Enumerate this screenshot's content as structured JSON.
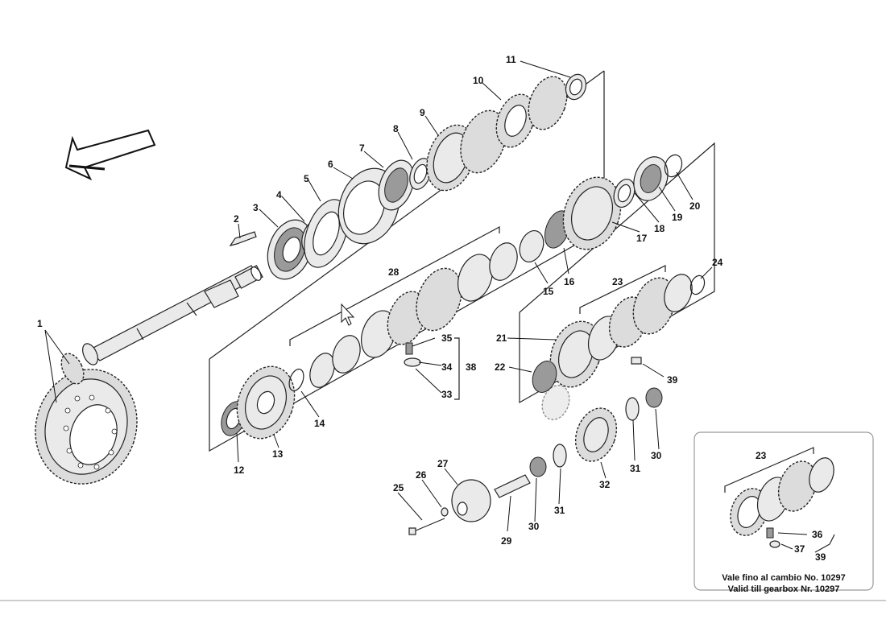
{
  "callouts": {
    "c1": "1",
    "c2": "2",
    "c3": "3",
    "c4": "4",
    "c5": "5",
    "c6": "6",
    "c7": "7",
    "c8": "8",
    "c9": "9",
    "c10": "10",
    "c11": "11",
    "c12": "12",
    "c13": "13",
    "c14": "14",
    "c15": "15",
    "c16": "16",
    "c17": "17",
    "c18": "18",
    "c19": "19",
    "c20": "20",
    "c21": "21",
    "c22": "22",
    "c23": "23",
    "c24": "24",
    "c25": "25",
    "c26": "26",
    "c27": "27",
    "c28": "28",
    "c29": "29",
    "c30a": "30",
    "c30b": "30",
    "c31a": "31",
    "c31b": "31",
    "c32": "32",
    "c33": "33",
    "c34": "34",
    "c35": "35",
    "c38": "38",
    "c39": "39"
  },
  "inset": {
    "c23": "23",
    "c36": "36",
    "c37": "37",
    "c39": "39",
    "note_it": "Vale fino al cambio No. 10297",
    "note_en": "Valid till gearbox Nr. 10297"
  },
  "colors": {
    "line": "#222222",
    "fill": "#eaeaea",
    "shade": "#9a9a9a",
    "frame": "#999999"
  }
}
